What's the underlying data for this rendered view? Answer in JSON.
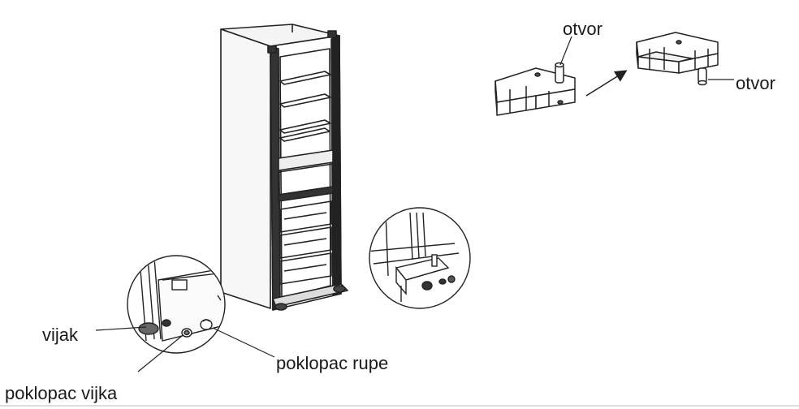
{
  "labels": {
    "hole_top": "otvor",
    "hole_right": "otvor",
    "screw": "vijak",
    "hole_cover": "poklopac rupe",
    "screw_cover": "poklopac vijka"
  }
}
